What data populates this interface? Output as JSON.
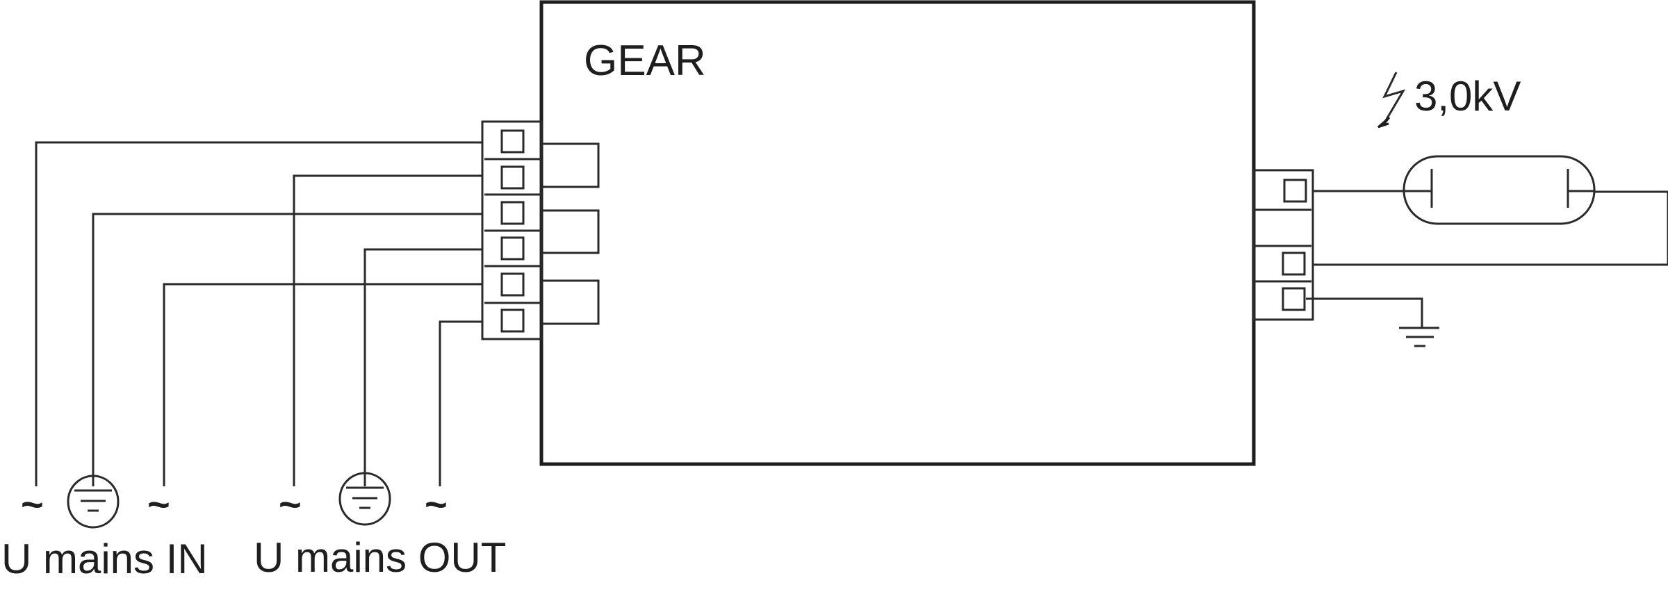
{
  "diagram": {
    "title": "Wiring diagram – control gear with lamp",
    "gear_label": "GEAR",
    "ignition_voltage": "3,0kV",
    "mains_in_label": "U mains IN",
    "mains_out_label": "U mains OUT",
    "ac_symbol": "~",
    "left_terminal_count": 6,
    "right_terminal_slots": [
      "lamp",
      "empty",
      "lamp-return",
      "earth"
    ],
    "mains_in_terminals": [
      "L (~)",
      "PE",
      "N (~)"
    ],
    "mains_out_terminals": [
      "L (~)",
      "PE",
      "N (~)"
    ],
    "line_color": "#2a2a2a",
    "background": "#ffffff"
  }
}
